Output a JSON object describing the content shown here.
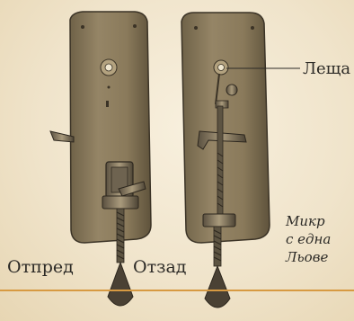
{
  "labels": {
    "front": "Отпред",
    "back": "Отзад",
    "lens": "Леща"
  },
  "caption": {
    "lines": [
      "Микр",
      "с една",
      "Льове"
    ]
  },
  "colors": {
    "background": "#f1e6cf",
    "plate": "#8a7a5c",
    "plate_edge": "#3b3326",
    "screw": "#4a4134",
    "rule": "#d79a42"
  }
}
